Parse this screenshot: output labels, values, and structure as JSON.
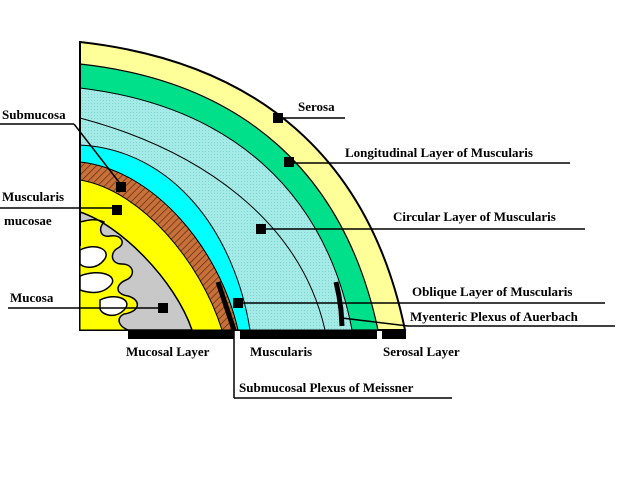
{
  "labels": {
    "serosa": "Serosa",
    "submucosa": "Submucosa",
    "longitudinal": "Longitudinal Layer of Muscularis",
    "muscularis_mucosae_1": "Muscularis",
    "muscularis_mucosae_2": "mucosae",
    "circular": "Circular Layer of Muscularis",
    "mucosa": "Mucosa",
    "oblique": "Oblique Layer  of Muscularis",
    "myenteric": "Myenteric Plexus  of Auerbach",
    "mucosal_layer": "Mucosal Layer",
    "muscularis": "Muscularis",
    "serosal_layer": "Serosal Layer",
    "submucosal_plexus": "Submucosal Plexus of Meissner"
  },
  "colors": {
    "serosa": "#ffff99",
    "longitudinal": "#00e08a",
    "circular": "#a4ebe8",
    "submucosa": "#00ffff",
    "muscularis_mucosae": "#c8703a",
    "mucosa_band": "#ffff00",
    "mucosa_inner": "#c8c8c8",
    "marker": "#000000"
  }
}
